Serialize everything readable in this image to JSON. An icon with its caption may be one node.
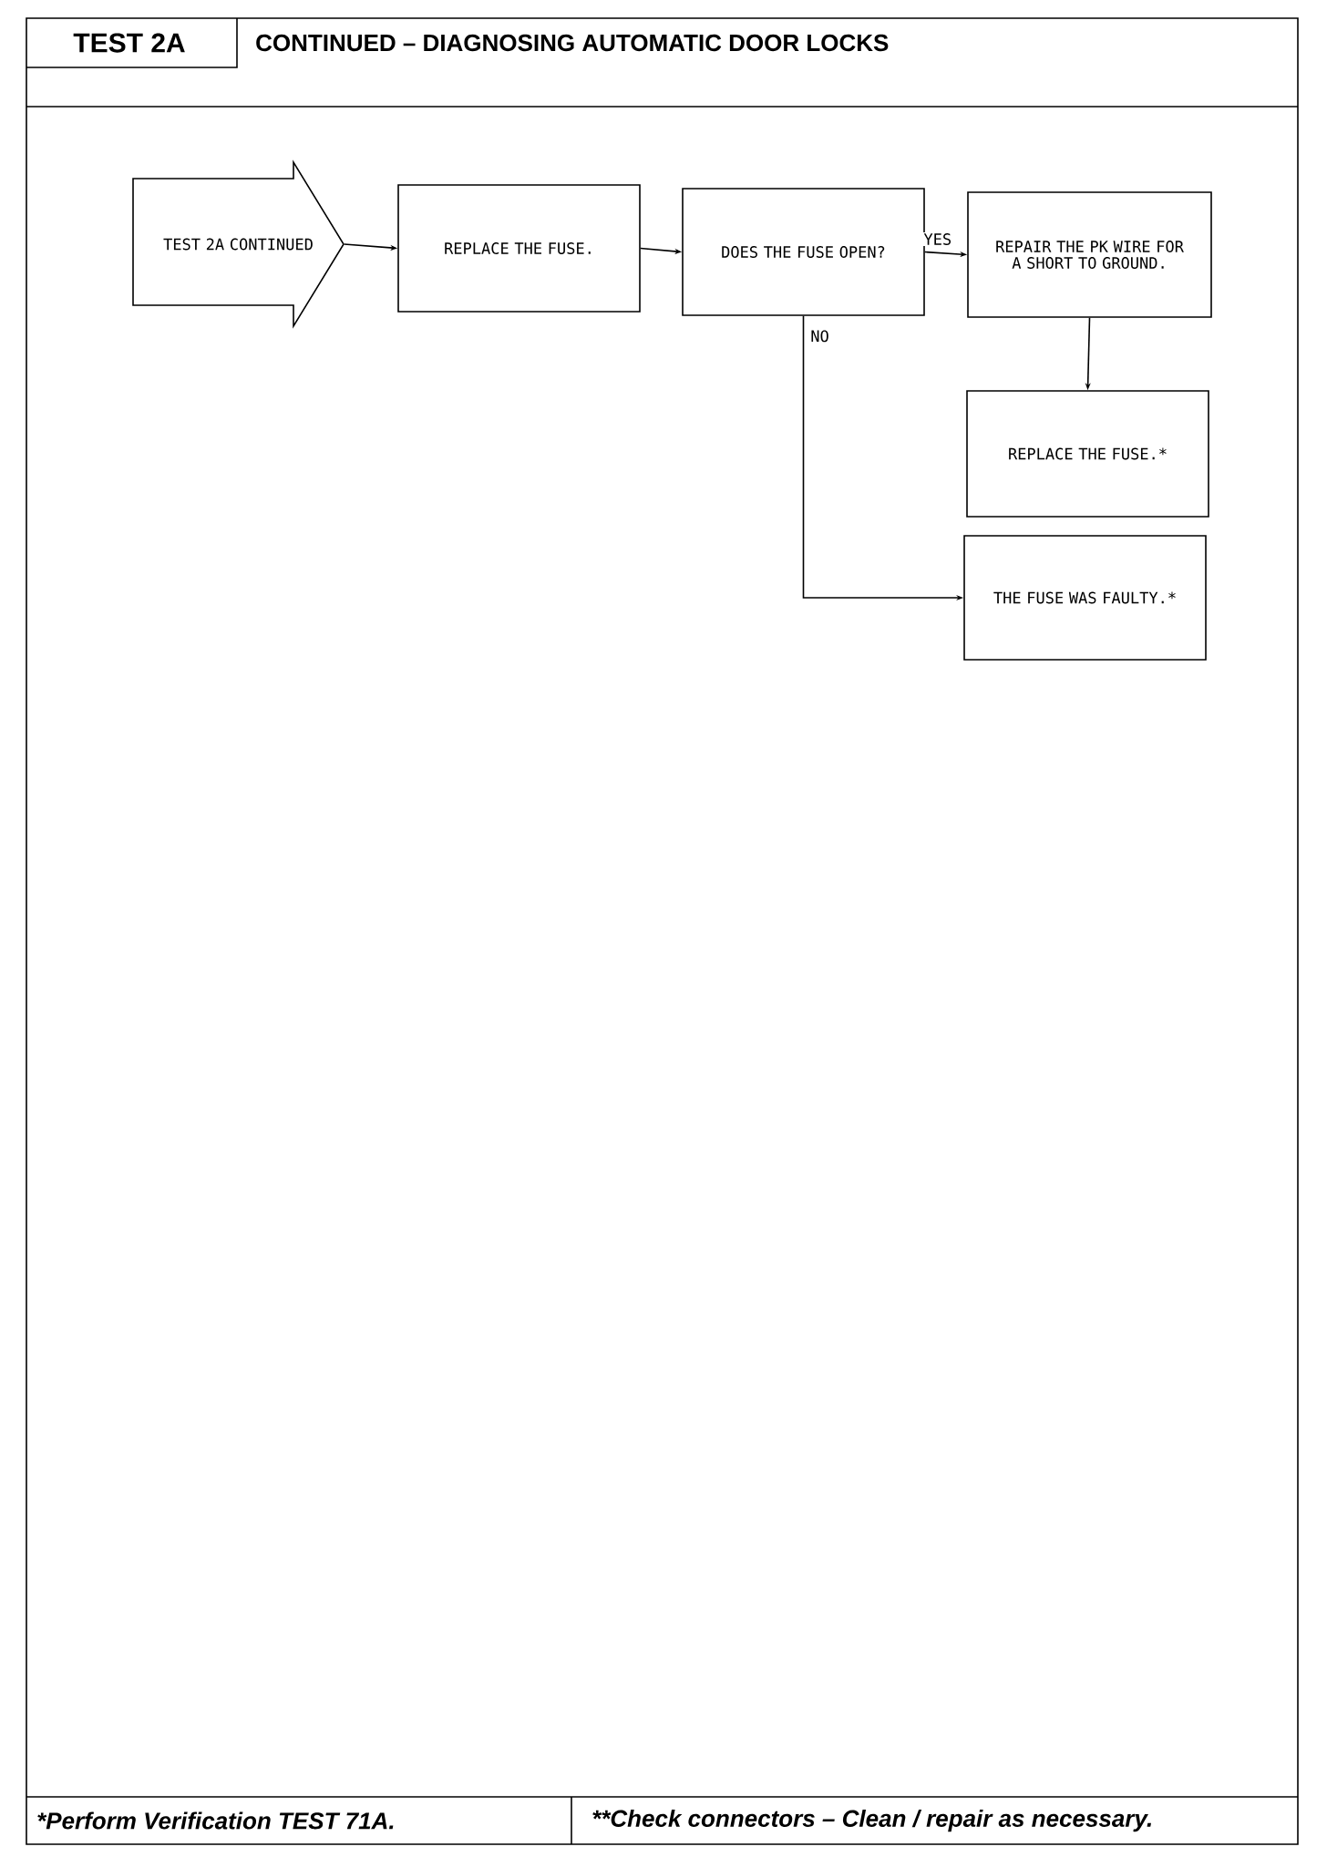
{
  "diagram": {
    "title": "CONTINUED – DIAGNOSING AUTOMATIC DOOR LOCKS",
    "nodes": [
      {
        "text": [
          "TEST 2A CONTINUED"
        ]
      },
      {
        "text": [
          "REPLACE THE FUSE."
        ]
      },
      {
        "text": [
          "DOES THE FUSE OPEN?"
        ]
      },
      {
        "text": [
          "REPAIR THE PK WIRE FOR A SHORT TO GROUND."
        ]
      },
      {
        "text": [
          "REPLACE THE FUSE.*"
        ]
      },
      {
        "text": [
          "THE FUSE WAS FAULTY.*"
        ]
      }
    ],
    "edges": [
      {
        "from": 0,
        "to": 1,
        "arrow": "to"
      },
      {
        "from": 1,
        "to": 2,
        "arrow": "to"
      },
      {
        "from": 2,
        "to": 3,
        "arrow": "to",
        "label": "YES"
      },
      {
        "from": 3,
        "to": 4,
        "arrow": "to"
      },
      {
        "from": 2,
        "to": 5,
        "arrow": "to",
        "label": "NO"
      }
    ],
    "labels": [
      "TEST 2A",
      "*Perform Verification TEST 71A.",
      "**Check connectors – Clean / repair as necessary."
    ]
  }
}
